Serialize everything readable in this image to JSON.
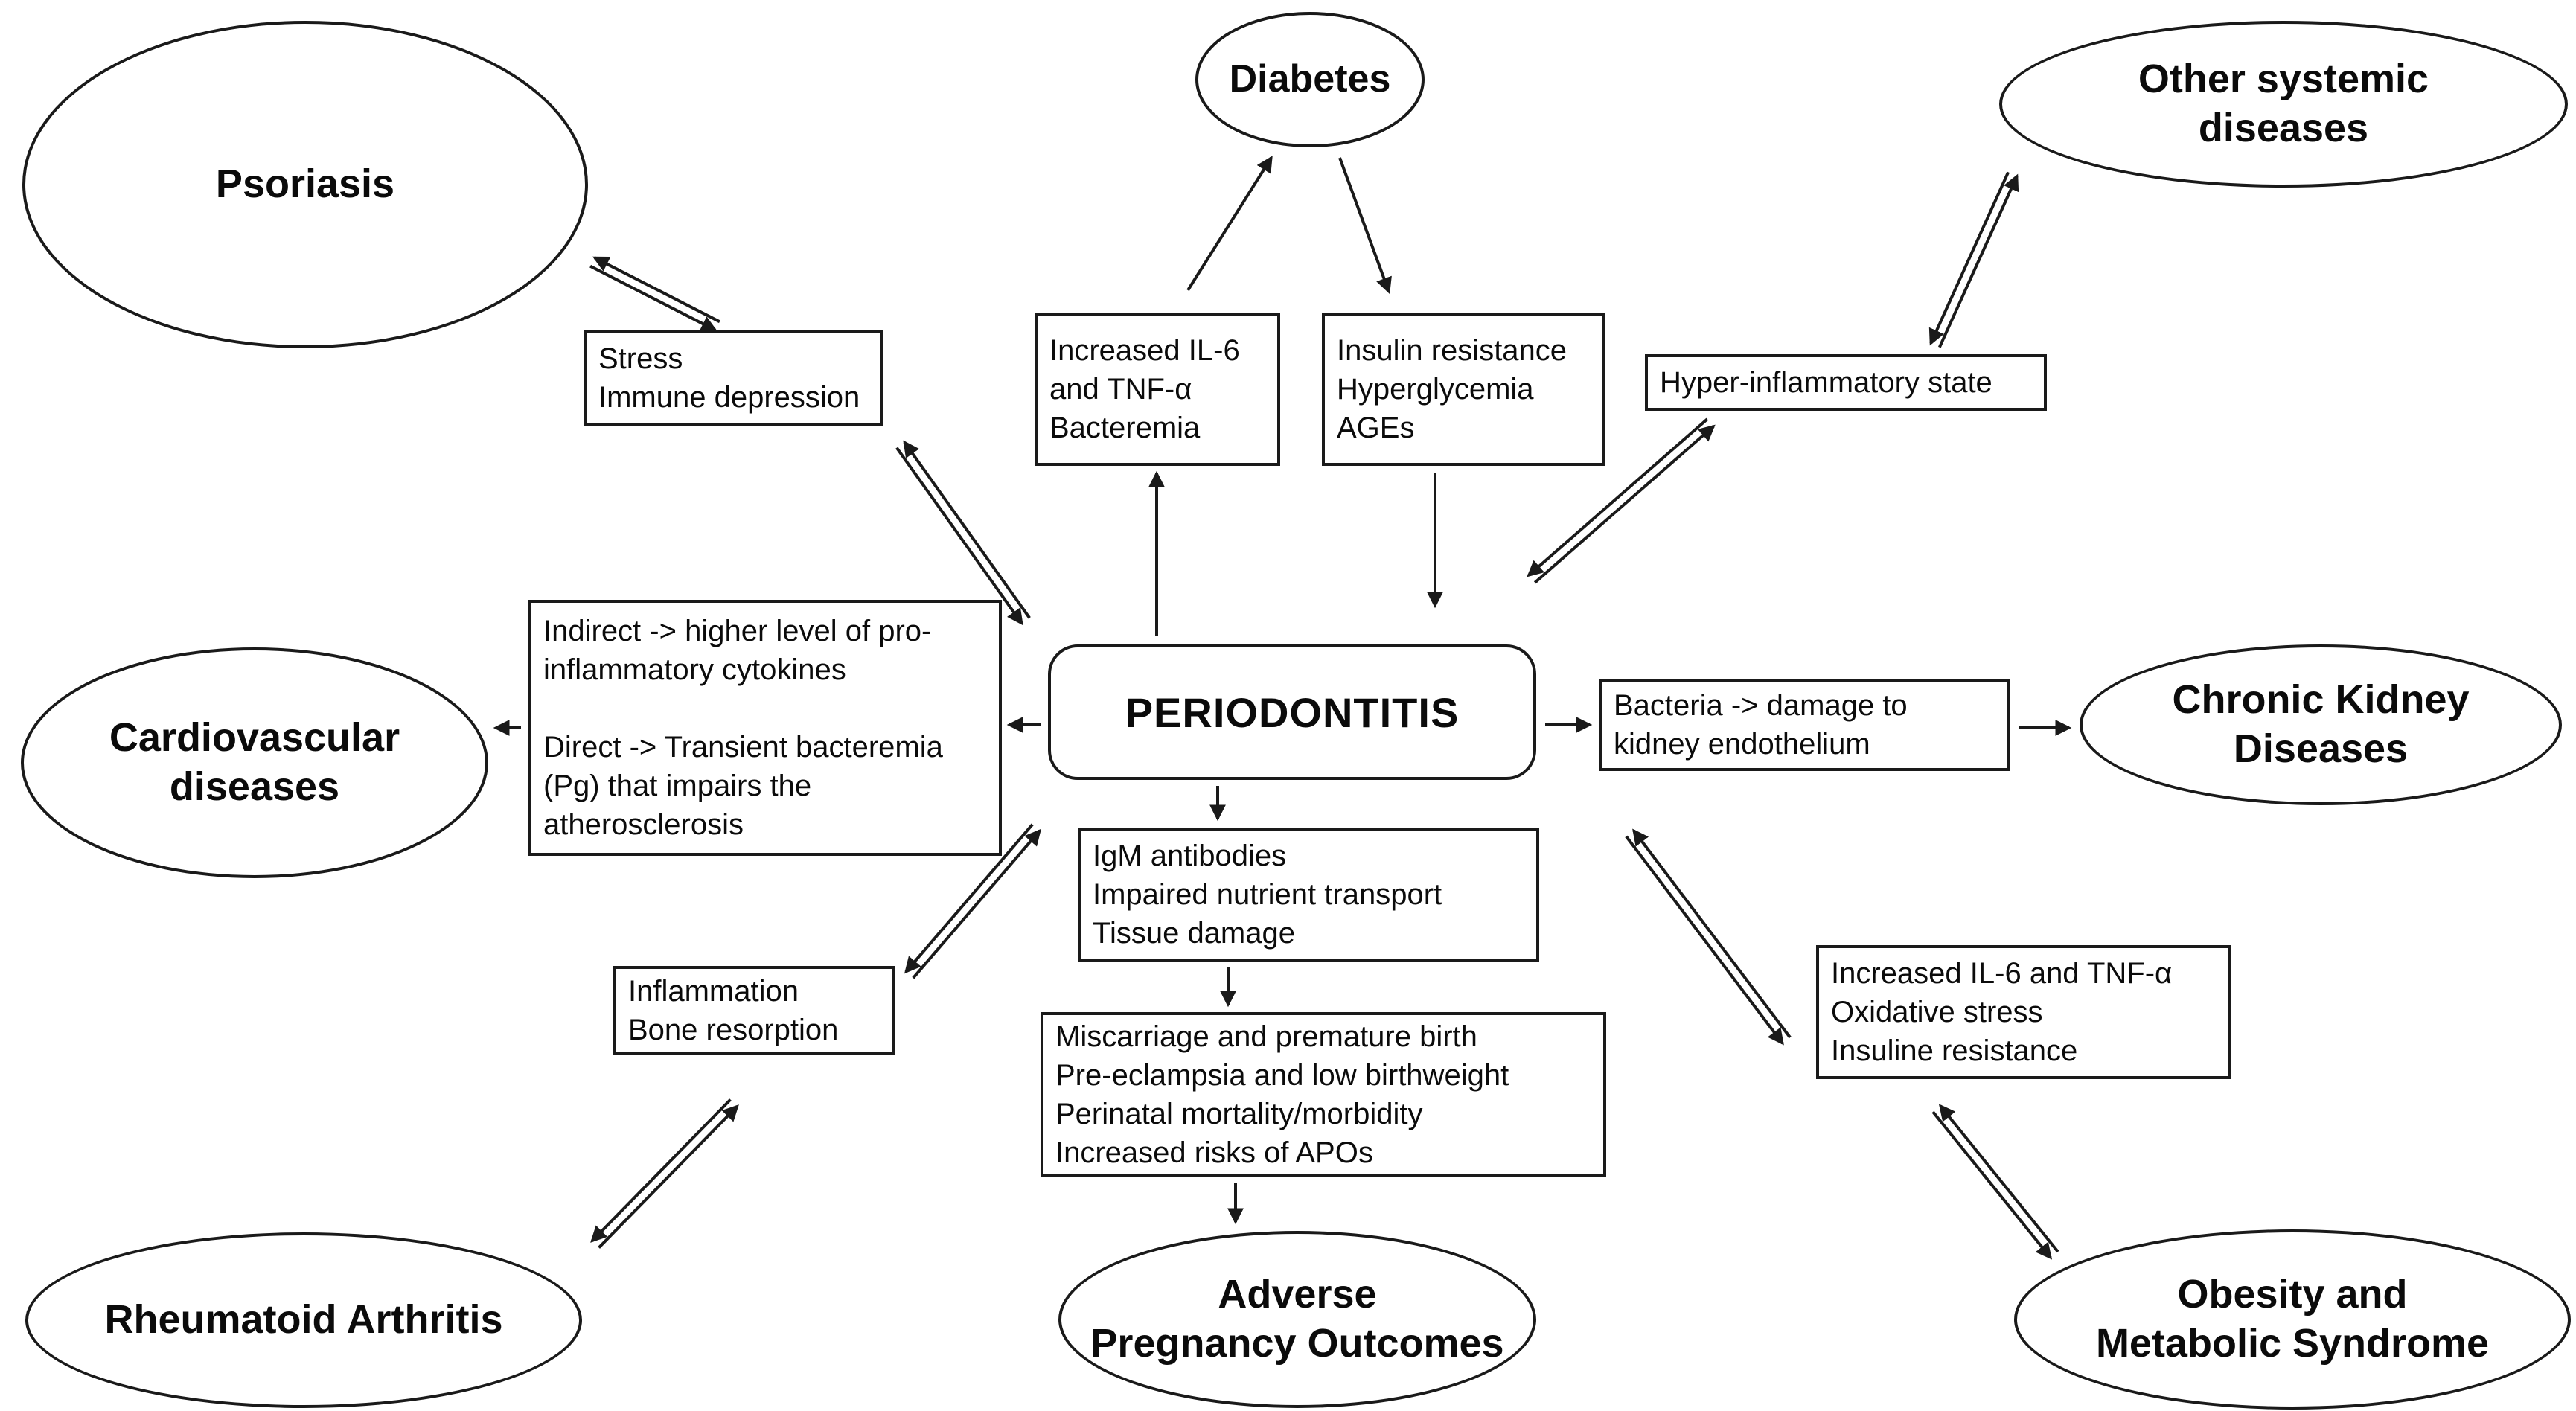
{
  "colors": {
    "background": "#ffffff",
    "stroke": "#1a1a1a",
    "text": "#0b0b0b"
  },
  "center": {
    "label": "PERIODONTITIS"
  },
  "diseases": {
    "psoriasis": {
      "label": "Psoriasis"
    },
    "diabetes": {
      "label": "Diabetes"
    },
    "other_systemic": {
      "label": "Other systemic\ndiseases"
    },
    "cardiovascular": {
      "label": "Cardiovascular\ndiseases"
    },
    "chronic_kidney": {
      "label": "Chronic Kidney\nDiseases"
    },
    "rheumatoid_arthritis": {
      "label": "Rheumatoid Arthritis"
    },
    "adverse_pregnancy": {
      "label": "Adverse\nPregnancy Outcomes"
    },
    "obesity_metabolic": {
      "label": "Obesity and\nMetabolic Syndrome"
    }
  },
  "mediators": {
    "stress": {
      "text": "Stress\nImmune depression"
    },
    "diabetes_to_perio": {
      "text": "Increased IL-6\nand TNF-α\nBacteremia"
    },
    "perio_to_diabetes": {
      "text": "Insulin resistance\nHyperglycemia\nAGEs"
    },
    "hyper_inflammatory": {
      "text": "Hyper-inflammatory state"
    },
    "cardio_mechanism": {
      "text": "Indirect -> higher level of pro-\ninflammatory cytokines\n\nDirect -> Transient bacteremia\n(Pg) that impairs the\natherosclerosis"
    },
    "kidney_mechanism": {
      "text": "Bacteria -> damage to\nkidney endothelium"
    },
    "pregnancy_mechanism": {
      "text": "IgM antibodies\nImpaired nutrient transport\nTissue damage"
    },
    "pregnancy_outcomes_list": {
      "text": "Miscarriage and premature birth\nPre-eclampsia and low birthweight\nPerinatal mortality/morbidity\nIncreased risks of APOs"
    },
    "rheumatoid_mechanism": {
      "text": "Inflammation\nBone resorption"
    },
    "obesity_mechanism": {
      "text": "Increased IL-6  and TNF-α\nOxidative stress\nInsuline resistance"
    }
  }
}
